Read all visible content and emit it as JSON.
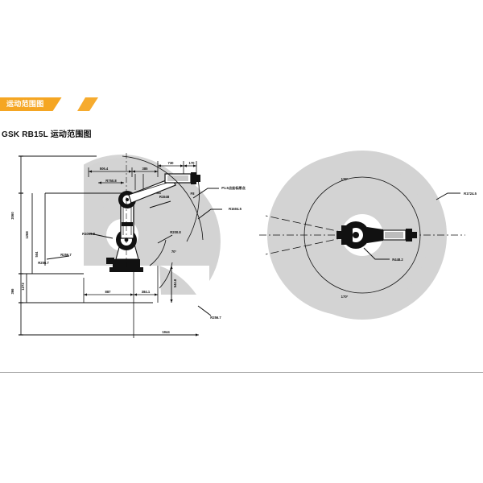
{
  "header": {
    "badge_label": "运动范围图",
    "badge_color": "#f5a623",
    "title": "GSK RB15L 运动范围图"
  },
  "drawing": {
    "background": "#ffffff",
    "envelope_fill": "#d4d4d4",
    "line_color": "#111111",
    "side_view": {
      "name": "side-view",
      "labels": {
        "top_horizontal_1": "506.4",
        "top_horizontal_2": "385",
        "top_horizontal_3": "730",
        "top_horizontal_4": "170",
        "r_small": "R750.8",
        "arm_reach": "R1548",
        "wrist_note": "F8",
        "j3_radius": "R200.8",
        "j2_radius": "R1099.8",
        "leader_note_1": "P1.5点坐标原点",
        "leader_note_2": "R1604.5",
        "left_dim_1": "2060",
        "left_dim_2": "1268",
        "left_dim_3": "366",
        "left_dim_4": "1272",
        "left_dim_5": "504",
        "bottom_dim_1": "887",
        "bottom_dim_2": "384.1",
        "bottom_dim_3": "1944",
        "right_dim_1": "544.8",
        "angle_1": "R256.7",
        "angle_2": "R256.7",
        "angle_3": "R256.7",
        "angle_4": "70°"
      }
    },
    "top_view": {
      "name": "top-view",
      "labels": {
        "angle_upper": "170°",
        "angle_lower": "170°",
        "outer_radius": "R1724.5",
        "inner_radius": "R448.2"
      }
    }
  }
}
